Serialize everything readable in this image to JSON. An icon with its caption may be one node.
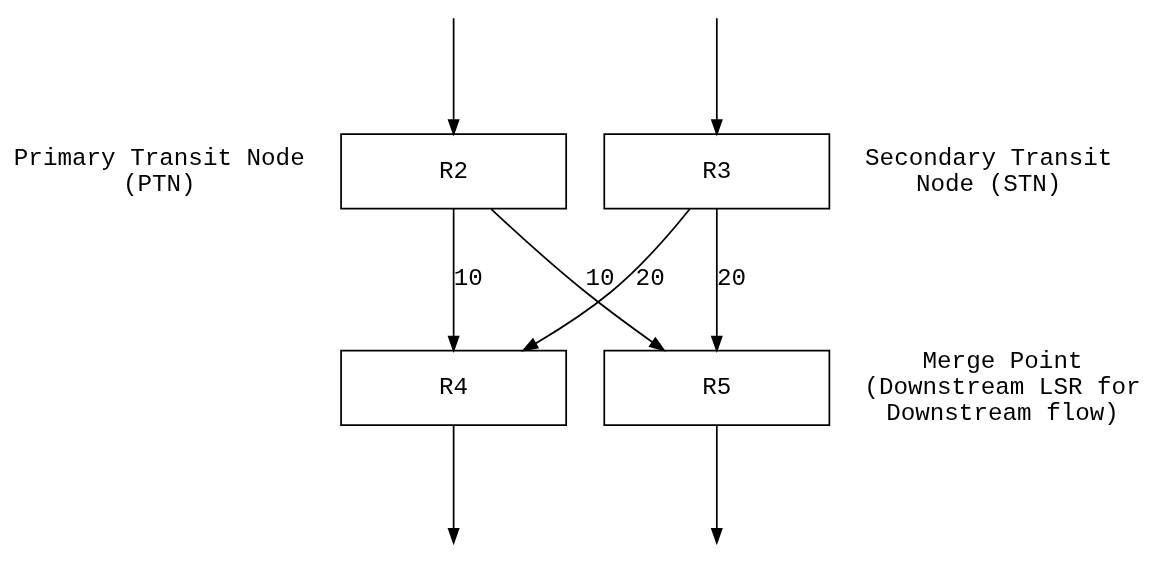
{
  "diagram": {
    "nodes": [
      {
        "text": [
          "R2"
        ],
        "beside": [
          "Primary Transit Node (PTN)"
        ]
      },
      {
        "text": [
          "R3"
        ],
        "beside": [
          "Secondary Transit Node (STN)"
        ]
      },
      {
        "text": [
          "R4"
        ]
      },
      {
        "text": [
          "R5"
        ],
        "beside": [
          "Merge Point (Downstream LSR for Downstream flow)"
        ]
      }
    ],
    "edges": [
      {
        "from": null,
        "to": 0,
        "arrow": "to"
      },
      {
        "from": null,
        "to": 1,
        "arrow": "to"
      },
      {
        "from": 0,
        "to": 2,
        "arrow": "to",
        "label": "10"
      },
      {
        "from": 0,
        "to": 3,
        "arrow": "to",
        "label": "10"
      },
      {
        "from": 1,
        "to": 2,
        "arrow": "to",
        "label": "20"
      },
      {
        "from": 1,
        "to": 3,
        "arrow": "to",
        "label": "20"
      },
      {
        "from": 2,
        "to": null,
        "arrow": "to"
      },
      {
        "from": 3,
        "to": null,
        "arrow": "to"
      }
    ]
  }
}
